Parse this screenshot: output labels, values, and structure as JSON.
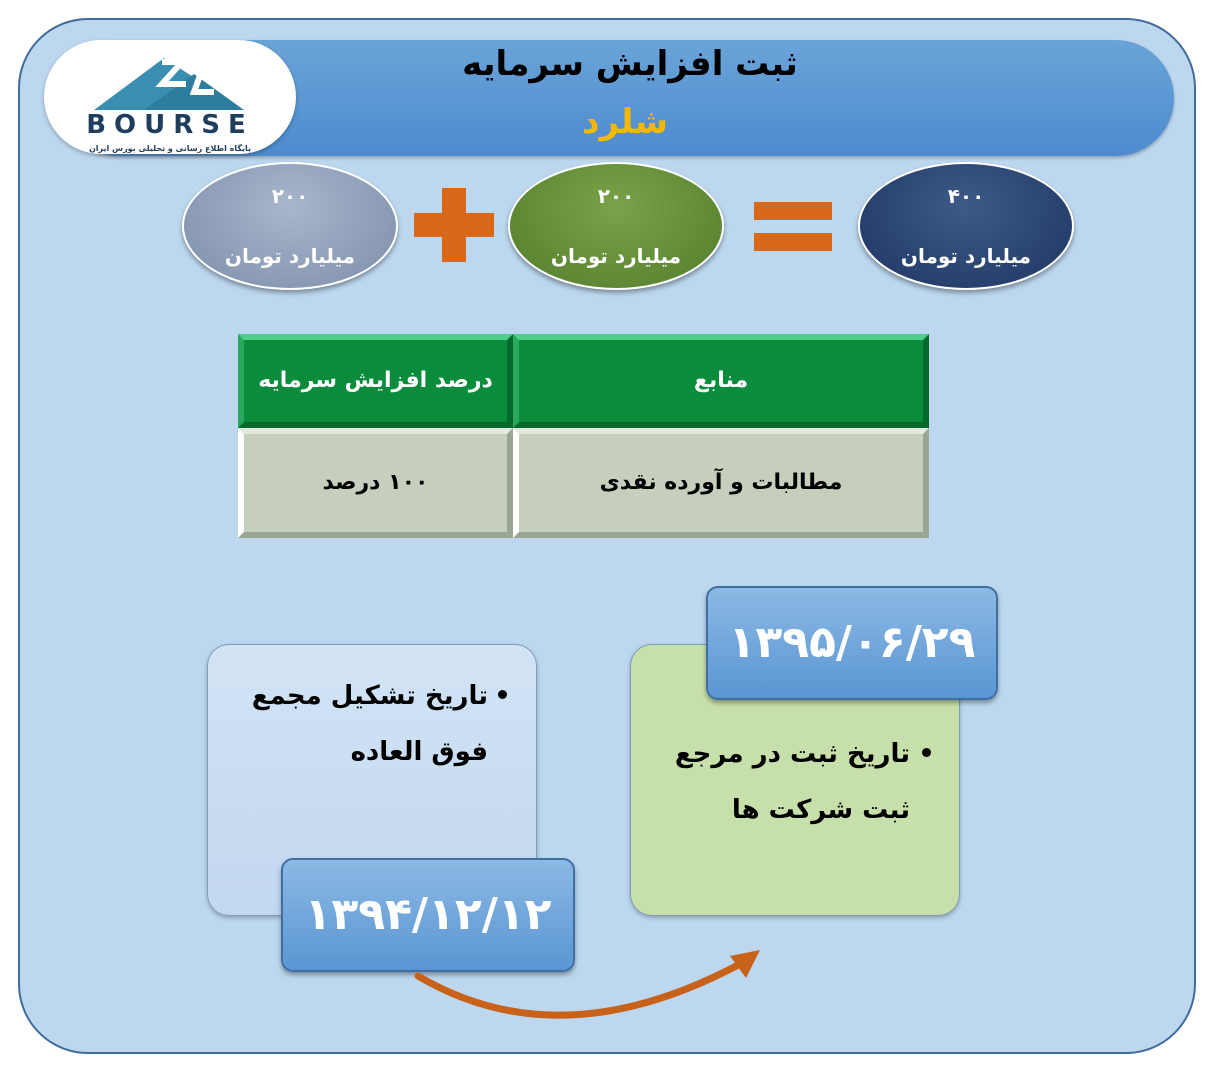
{
  "title": "ثبت افزایش سرمایه",
  "company": "شلرد",
  "logo": {
    "brand": "BOURSE",
    "tagline": "پایگاه اطلاع رسانی و تحلیلی بورس ایران"
  },
  "equation": {
    "term1": {
      "value": "۲۰۰",
      "unit": "میلیارد تومان"
    },
    "plus": "+",
    "term2": {
      "value": "۲۰۰",
      "unit": "میلیارد تومان"
    },
    "equals": "=",
    "result": {
      "value": "۴۰۰",
      "unit": "میلیارد تومان"
    }
  },
  "table": {
    "headers": [
      "منابع",
      "درصد افزایش سرمایه"
    ],
    "row": [
      "مطالبات و آورده نقدی",
      "۱۰۰ درصد"
    ]
  },
  "timeline": {
    "meeting": {
      "label_line1": "تاریخ تشکیل مجمع",
      "label_line2": "فوق العاده",
      "date": "۱۳۹۴/۱۲/۱۲"
    },
    "registration": {
      "label_line1": "تاریخ ثبت در مرجع",
      "label_line2": "ثبت شرکت ها",
      "date": "۱۳۹۵/۰۶/۲۹"
    }
  },
  "colors": {
    "background": "#bcd7ee",
    "title_bar": "#5b97d4",
    "company": "#f4b800",
    "operator": "#d8691a",
    "table_header": "#0a8c3c",
    "arrow": "#c8621b"
  }
}
